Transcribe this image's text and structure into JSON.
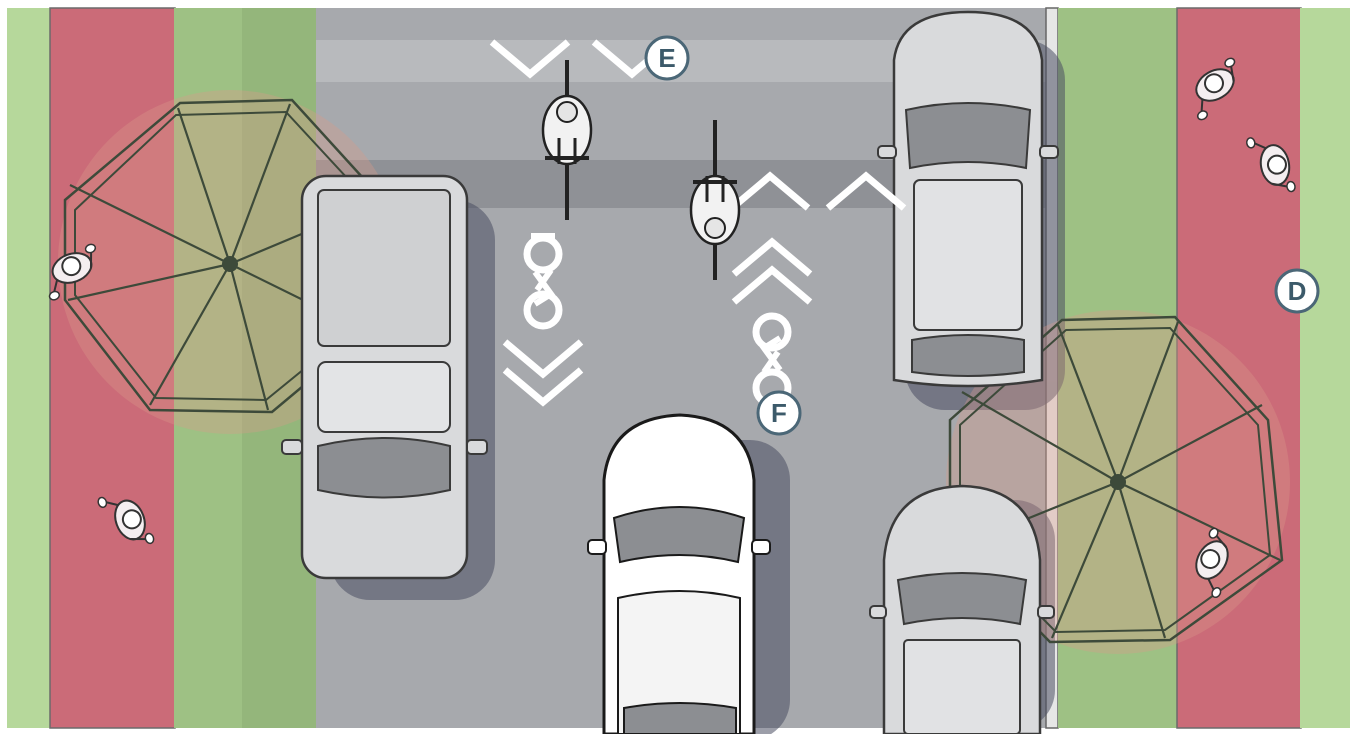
{
  "image": {
    "description_free": true
  },
  "labels": {
    "d": "D",
    "e": "E",
    "f": "F"
  },
  "colors": {
    "planting_light": "#b6d89b",
    "planting_dark": "#9ec184",
    "sidewalk_red": "#cb6b78",
    "road": "#a7a9ad",
    "road_dark": "#8f9196",
    "road_marking": "#ffffff",
    "label_fill": "#ffffff",
    "label_text": "#3c5a6a",
    "label_stroke": "#4b6777",
    "vehicle_fill": "#d9dadc",
    "vehicle_outline": "#3a3a3a",
    "shadow": "#4b4e63"
  },
  "icons": [
    "pedestrian-icon",
    "cyclist-icon",
    "bike-lane-symbol-icon",
    "chevron-marking-icon",
    "umbrella-canopy-icon",
    "pickup-truck-icon",
    "sedan-icon",
    "suv-icon"
  ]
}
